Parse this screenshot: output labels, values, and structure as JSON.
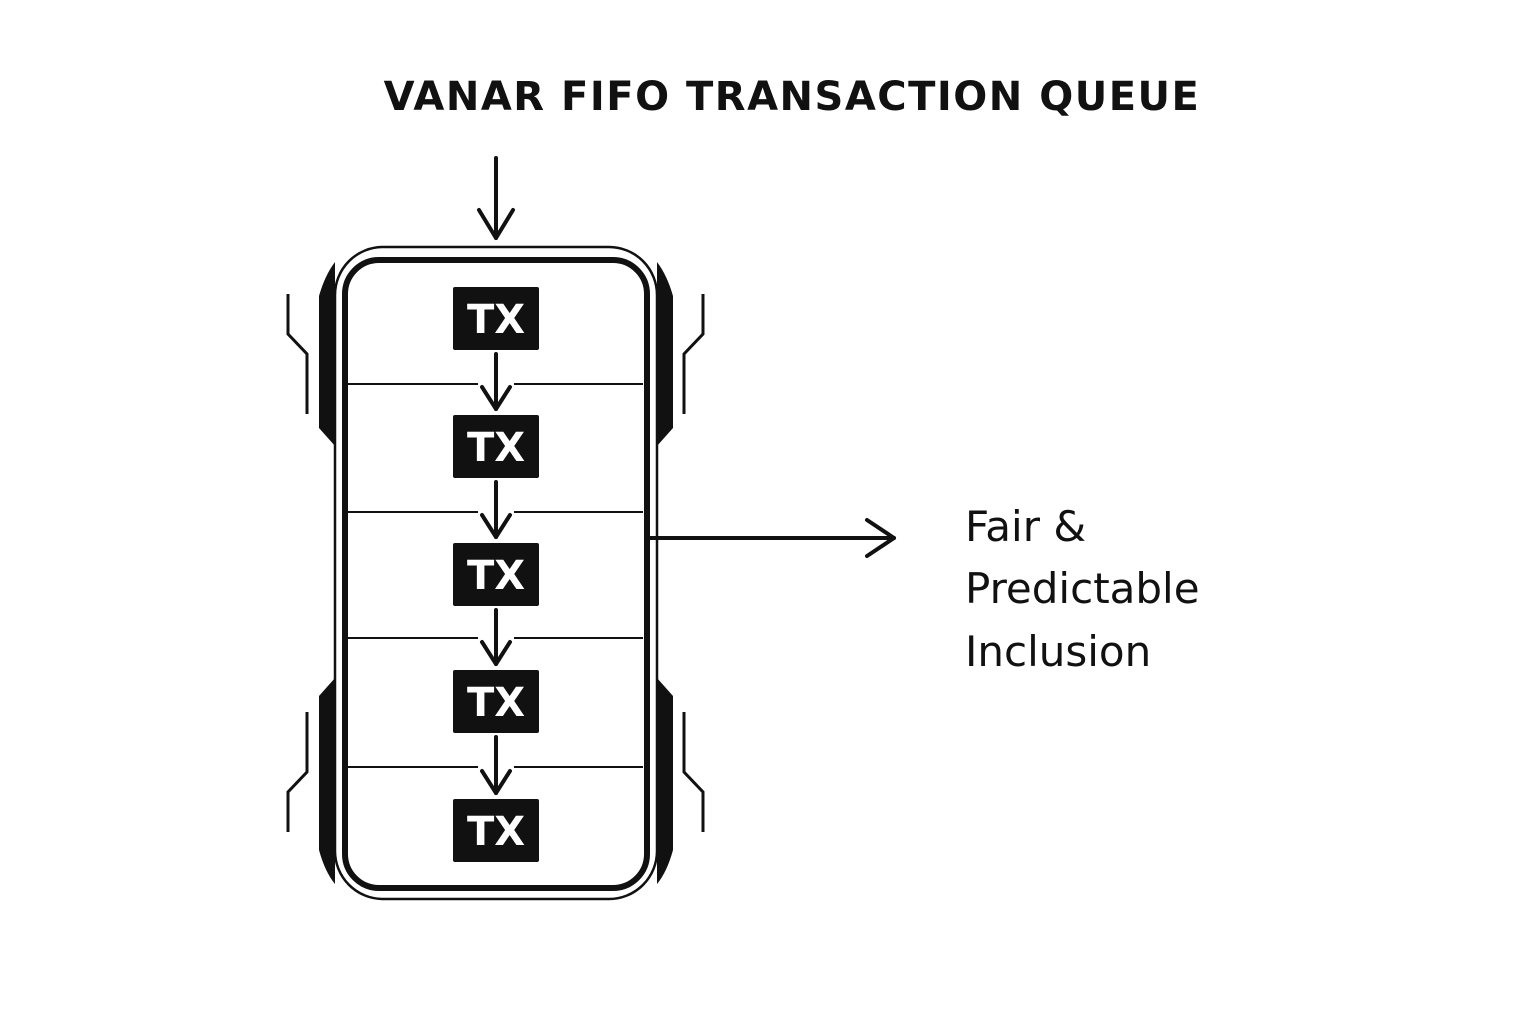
{
  "title": "VANAR FIFO TRANSACTION QUEUE",
  "queue": {
    "items": [
      {
        "label": "TX"
      },
      {
        "label": "TX"
      },
      {
        "label": "TX"
      },
      {
        "label": "TX"
      },
      {
        "label": "TX"
      }
    ]
  },
  "output": {
    "lines": [
      "Fair &",
      "Predictable",
      "Inclusion"
    ]
  },
  "colors": {
    "ink": "#111111",
    "background": "#ffffff"
  }
}
